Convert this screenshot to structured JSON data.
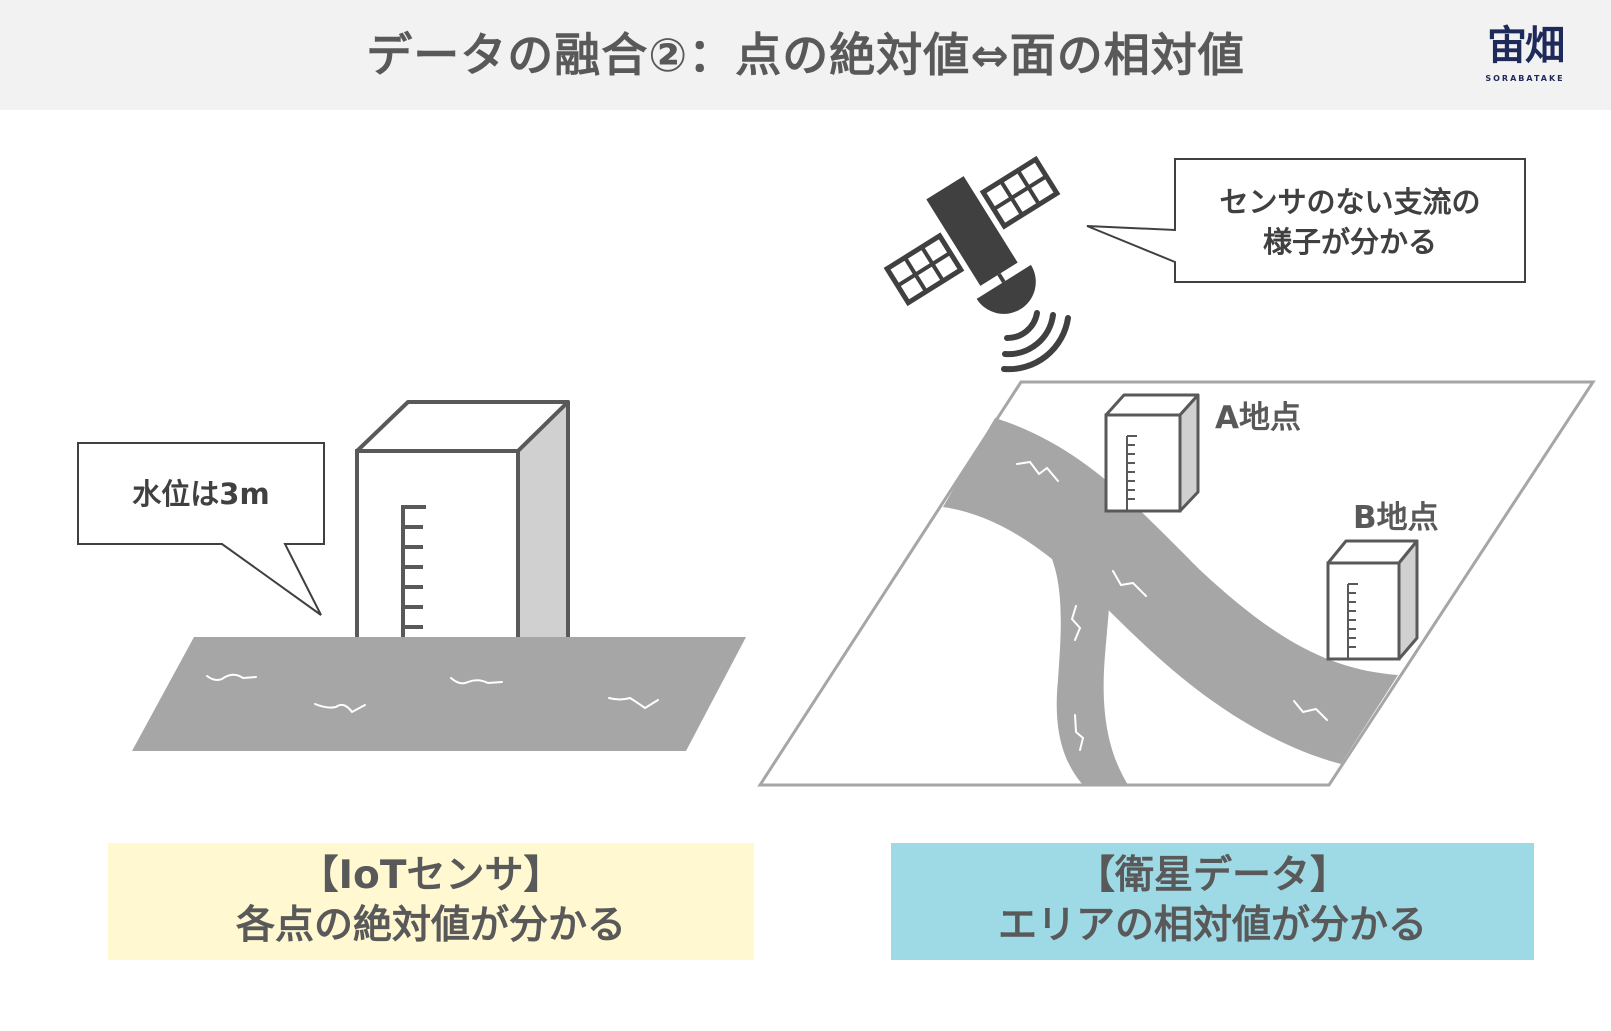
{
  "header": {
    "title": "データの融合②：点の絶対値⇔面の相対値"
  },
  "logo": {
    "mark": "宙畑",
    "subtitle": "SORABATAKE"
  },
  "left_scene": {
    "bubble_text": "水位は3m"
  },
  "right_scene": {
    "bubble_line1": "センサのない支流の",
    "bubble_line2": "様子が分かる",
    "point_a": "A地点",
    "point_b": "B地点"
  },
  "panels": {
    "left_line1": "【IoTセンサ】",
    "left_line2": "各点の絶対値が分かる",
    "right_line1": "【衛星データ】",
    "right_line2": "エリアの相対値が分かる"
  },
  "colors": {
    "header_bg": "#f2f2f2",
    "river_gray": "#a6a6a6",
    "dark_gray": "#404040",
    "left_panel": "#fff8d1",
    "right_panel": "#9ed9e6",
    "logo_navy": "#1e2a5a"
  }
}
